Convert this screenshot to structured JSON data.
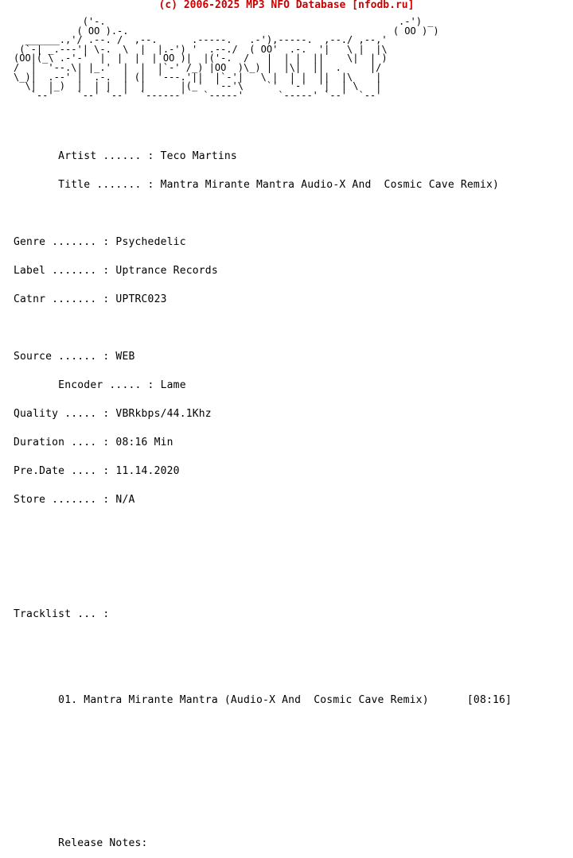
{
  "header": {
    "text": "(c) 2006-2025 MP3 NFO Database [nfodb.ru]",
    "color": "#cc0000"
  },
  "logo": {
    "ascii": "            ('-.                                                   .-') _\n           ( OO ).-.                                              ( OO ) )\n  ______.,'/ .--. /  ,--.      .-----.   .-'),-----.  ,--./ ,--,'\n (`-| _.---'| \\-.  \\  |  |.-') '  .--./  ( OO'  .-.  '|   \\ |  |\\\n(OO|(_\\ .-'-'  |  |  |  | OO )|  |('-.  /   |  | |  ||    \\|  | )\n/  |  '--.\\| |_.'  |  |  |`-' /_) |OO  )\\_) |  |\\|  ||  .     |/\n\\_)|  .--' |  .-.  | (|  '---.'||  |`-'|   \\ |  | |  ||  |\\    |\n  \\|  |_)  |  | |  |  |      |(_'  '--'\\    `'  '-'  '|  | \\   |\n   `--'    `--' `--'  `------'   `-----'      `-----' `--'  `--'"
  },
  "release": {
    "artist_line": "       Artist ...... : Teco Martins",
    "title_line": "       Title ....... : Mantra Mirante Mantra Audio-X And  Cosmic Cave Remix)",
    "genre_line": "Genre ....... : Psychedelic",
    "label_line": "Label ....... : Uptrance Records",
    "catnr_line": "Catnr ....... : UPTRC023",
    "source_line": "Source ...... : WEB",
    "encoder_line": "       Encoder ..... : Lame",
    "quality_line": "Quality ..... : VBRkbps/44.1Khz",
    "duration_line": "Duration .... : 08:16 Min",
    "predate_line": "Pre.Date .... : 11.14.2020",
    "store_line": "Store ....... : N/A",
    "tracklist_line": "Tracklist ... :",
    "track_line": "       01. Mantra Mirante Mantra (Audio-X And  Cosmic Cave Remix)      [08:16]",
    "notes_line": "       Release Notes:"
  }
}
